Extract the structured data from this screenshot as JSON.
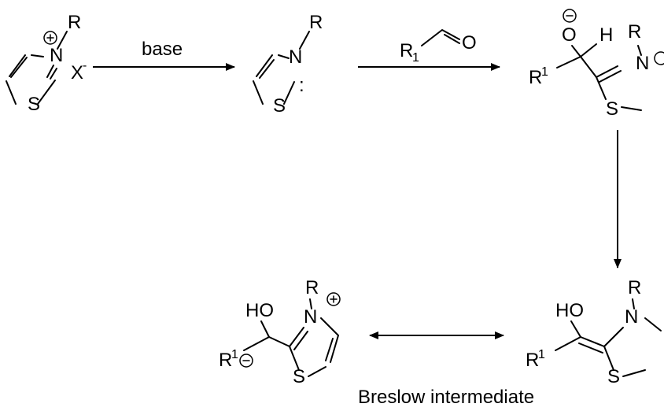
{
  "atoms": {
    "R": "R",
    "N": "N",
    "S": "S",
    "X": "X",
    "minus_sup": "-",
    "colon": ":",
    "O": "O",
    "H": "H",
    "R1_base": "R",
    "R1_sup": "1",
    "HO": "HO",
    "plus": "⊕",
    "minus_circ": "⊖"
  },
  "reagents": {
    "base": "base"
  },
  "caption": "Breslow intermediate"
}
